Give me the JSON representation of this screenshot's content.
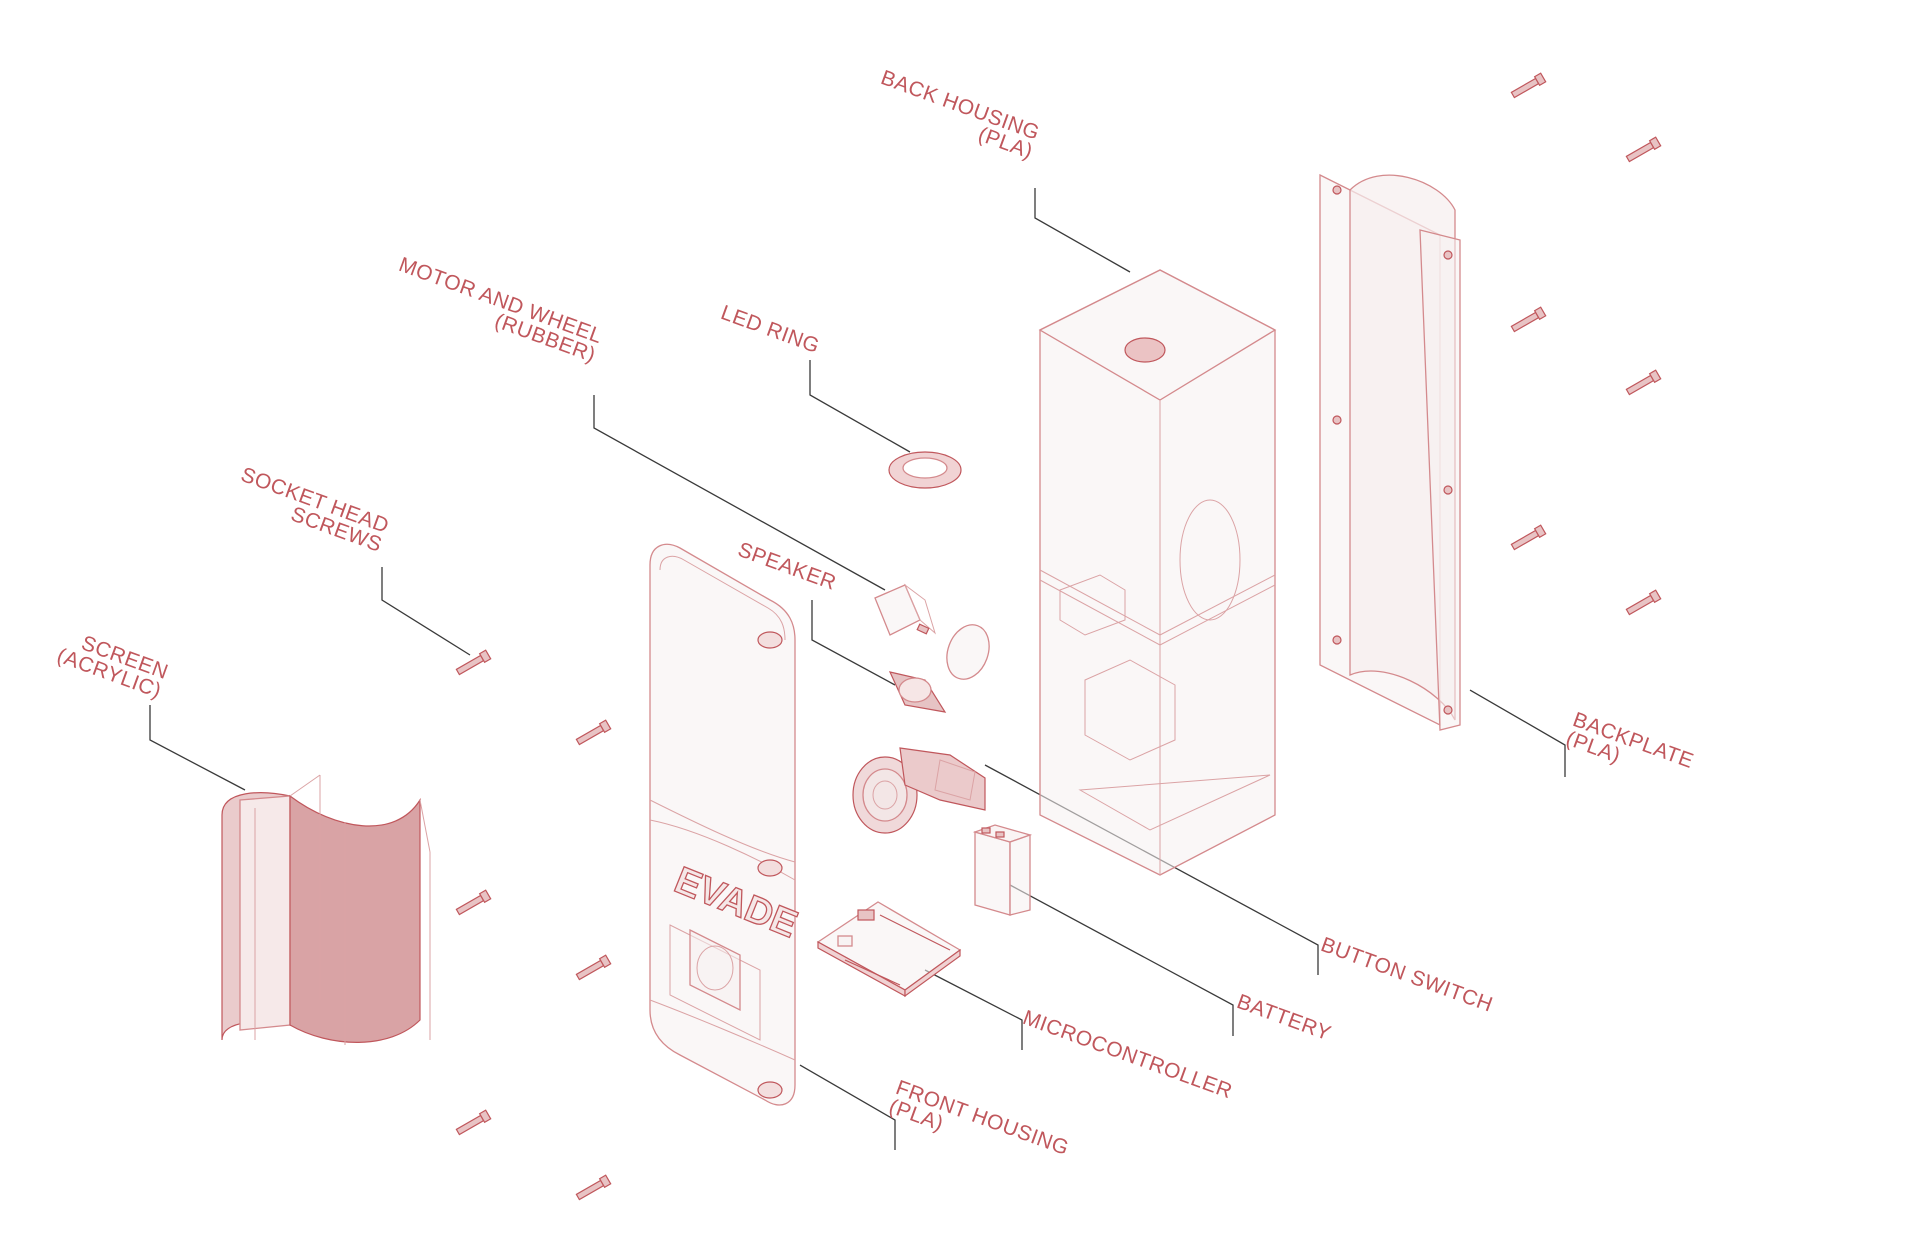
{
  "labels": {
    "back_housing": [
      "BACK HOUSING",
      "(PLA)"
    ],
    "motor_and_wheel": [
      "MOTOR AND WHEEL",
      "(RUBBER)"
    ],
    "led_ring": [
      "LED RING"
    ],
    "socket_head_screws": [
      "SOCKET HEAD",
      "SCREWS"
    ],
    "speaker": [
      "SPEAKER"
    ],
    "screen": [
      "SCREEN",
      "(ACRYLIC)"
    ],
    "backplate": [
      "BACKPLATE",
      "(PLA)"
    ],
    "button_switch": [
      "BUTTON SWITCH"
    ],
    "battery": [
      "BATTERY"
    ],
    "microcontroller": [
      "MICROCONTROLLER"
    ],
    "front_housing": [
      "FRONT HOUSING",
      "(PLA)"
    ]
  },
  "logo_text": "EVADE",
  "colors": {
    "label": "#c0575c",
    "outline": "#d48a8d",
    "leader": "#3a3a3a",
    "fill": "#f5f0f0"
  }
}
